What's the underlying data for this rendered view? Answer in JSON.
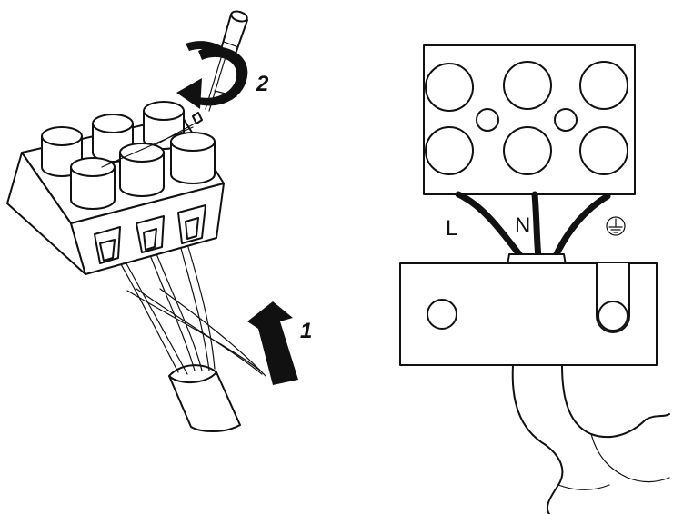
{
  "left_figure": {
    "steps": [
      "1",
      "2"
    ]
  },
  "right_figure": {
    "wire_labels": [
      "L",
      "N"
    ],
    "ground_icon": "earth-ground-icon"
  },
  "colors": {
    "line": "#111111",
    "background": "#ffffff"
  }
}
